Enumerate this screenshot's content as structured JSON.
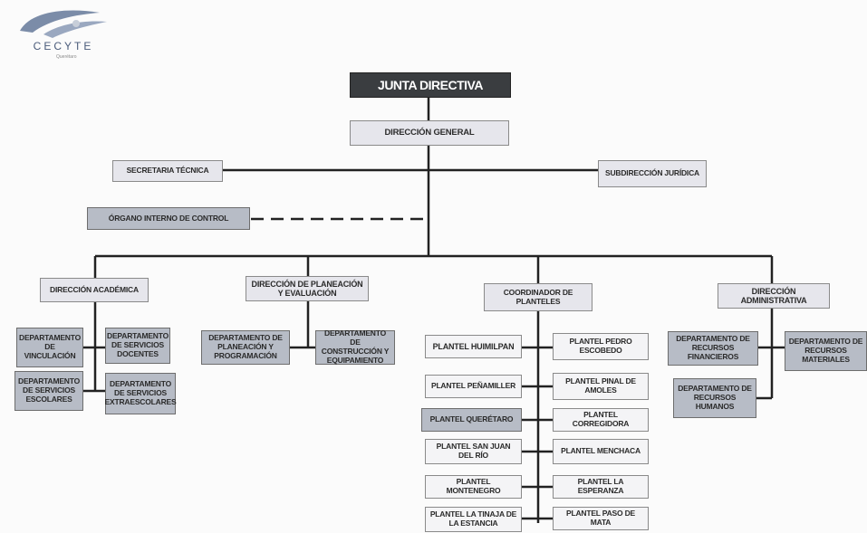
{
  "logo": {
    "name": "CECYTE",
    "subtitle": "Querétaro"
  },
  "nodes": {
    "junta": "JUNTA DIRECTIVA",
    "direccion_general": "DIRECCIÓN GENERAL",
    "secretaria_tecnica": "SECRETARIA TÉCNICA",
    "subdireccion_juridica": "SUBDIRECCIÓN JURÍDICA",
    "organo_interno": "ÓRGANO INTERNO DE CONTROL",
    "direccion_academica": "DIRECCIÓN ACADÉMICA",
    "depto_vinculacion": "DEPARTAMENTO DE VINCULACIÓN",
    "depto_servicios_docentes": "DEPARTAMENTO DE SERVICIOS DOCENTES",
    "depto_servicios_escolares": "DEPARTAMENTO DE SERVICIOS ESCOLARES",
    "depto_servicios_extraescolares": "DEPARTAMENTO DE SERVICIOS EXTRAESCOLARES",
    "direccion_planeacion": "DIRECCIÓN DE PLANEACIÓN Y EVALUACIÓN",
    "depto_planeacion": "DEPARTAMENTO DE PLANEACIÓN Y PROGRAMACIÓN",
    "depto_construccion": "DEPARTAMENTO DE CONSTRUCCIÓN Y EQUIPAMIENTO",
    "coordinador_planteles": "COORDINADOR DE PLANTELES",
    "plantel_huimilpan": "PLANTEL HUIMILPAN",
    "plantel_pedro_escobedo": "PLANTEL PEDRO ESCOBEDO",
    "plantel_penamiller": "PLANTEL PEÑAMILLER",
    "plantel_pinal_amoles": "PLANTEL PINAL DE AMOLES",
    "plantel_queretaro": "PLANTEL QUERÉTARO",
    "plantel_corregidora": "PLANTEL CORREGIDORA",
    "plantel_san_juan": "PLANTEL SAN JUAN DEL RÍO",
    "plantel_menchaca": "PLANTEL MENCHACA",
    "plantel_montenegro": "PLANTEL MONTENEGRO",
    "plantel_esperanza": "PLANTEL LA ESPERANZA",
    "plantel_tinaja": "PLANTEL LA TINAJA DE LA ESTANCIA",
    "plantel_paso_mata": "PLANTEL PASO DE MATA",
    "direccion_administrativa": "DIRECCIÓN ADMINISTRATIVA",
    "depto_recursos_financieros": "DEPARTAMENTO DE RECURSOS FINANCIEROS",
    "depto_recursos_materiales": "DEPARTAMENTO DE RECURSOS MATERIALES",
    "depto_recursos_humanos": "DEPARTAMENTO DE RECURSOS HUMANOS"
  },
  "colors": {
    "header_fill": "#3a3d40",
    "box_fill": "#e6e6ec",
    "dept_fill": "#b7bcc6",
    "line": "#222222"
  }
}
